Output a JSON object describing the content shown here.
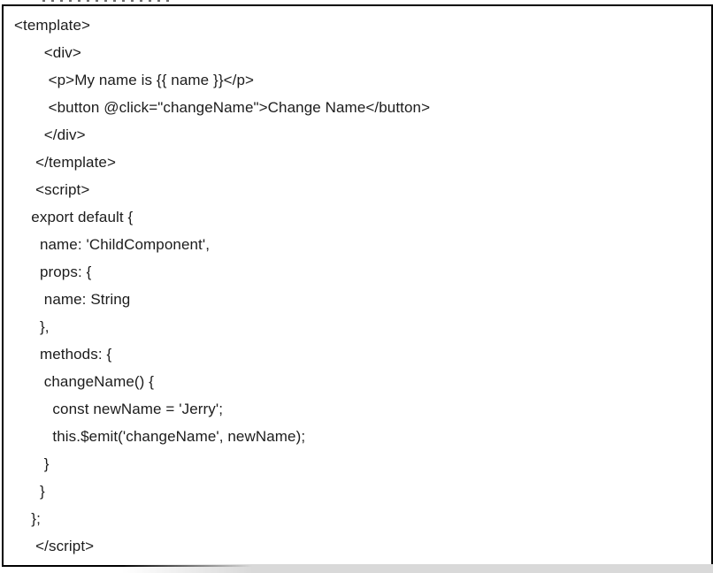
{
  "colors": {
    "text": "#1c1c1c",
    "border": "#000000",
    "bottom_strip": "#d9d9d9"
  },
  "code": {
    "language": "vue-single-file-component",
    "lines": [
      "<template>",
      "       <div>",
      "        <p>My name is {{ name }}</p>",
      "        <button @click=\"changeName\">Change Name</button>",
      "       </div>",
      "     </template>",
      "     <script>",
      "    export default {",
      "      name: 'ChildComponent',",
      "      props: {",
      "       name: String",
      "      },",
      "      methods: {",
      "       changeName() {",
      "         const newName = 'Jerry';",
      "         this.$emit('changeName', newName);",
      "       }",
      "      }",
      "    };",
      "     </script>"
    ]
  }
}
